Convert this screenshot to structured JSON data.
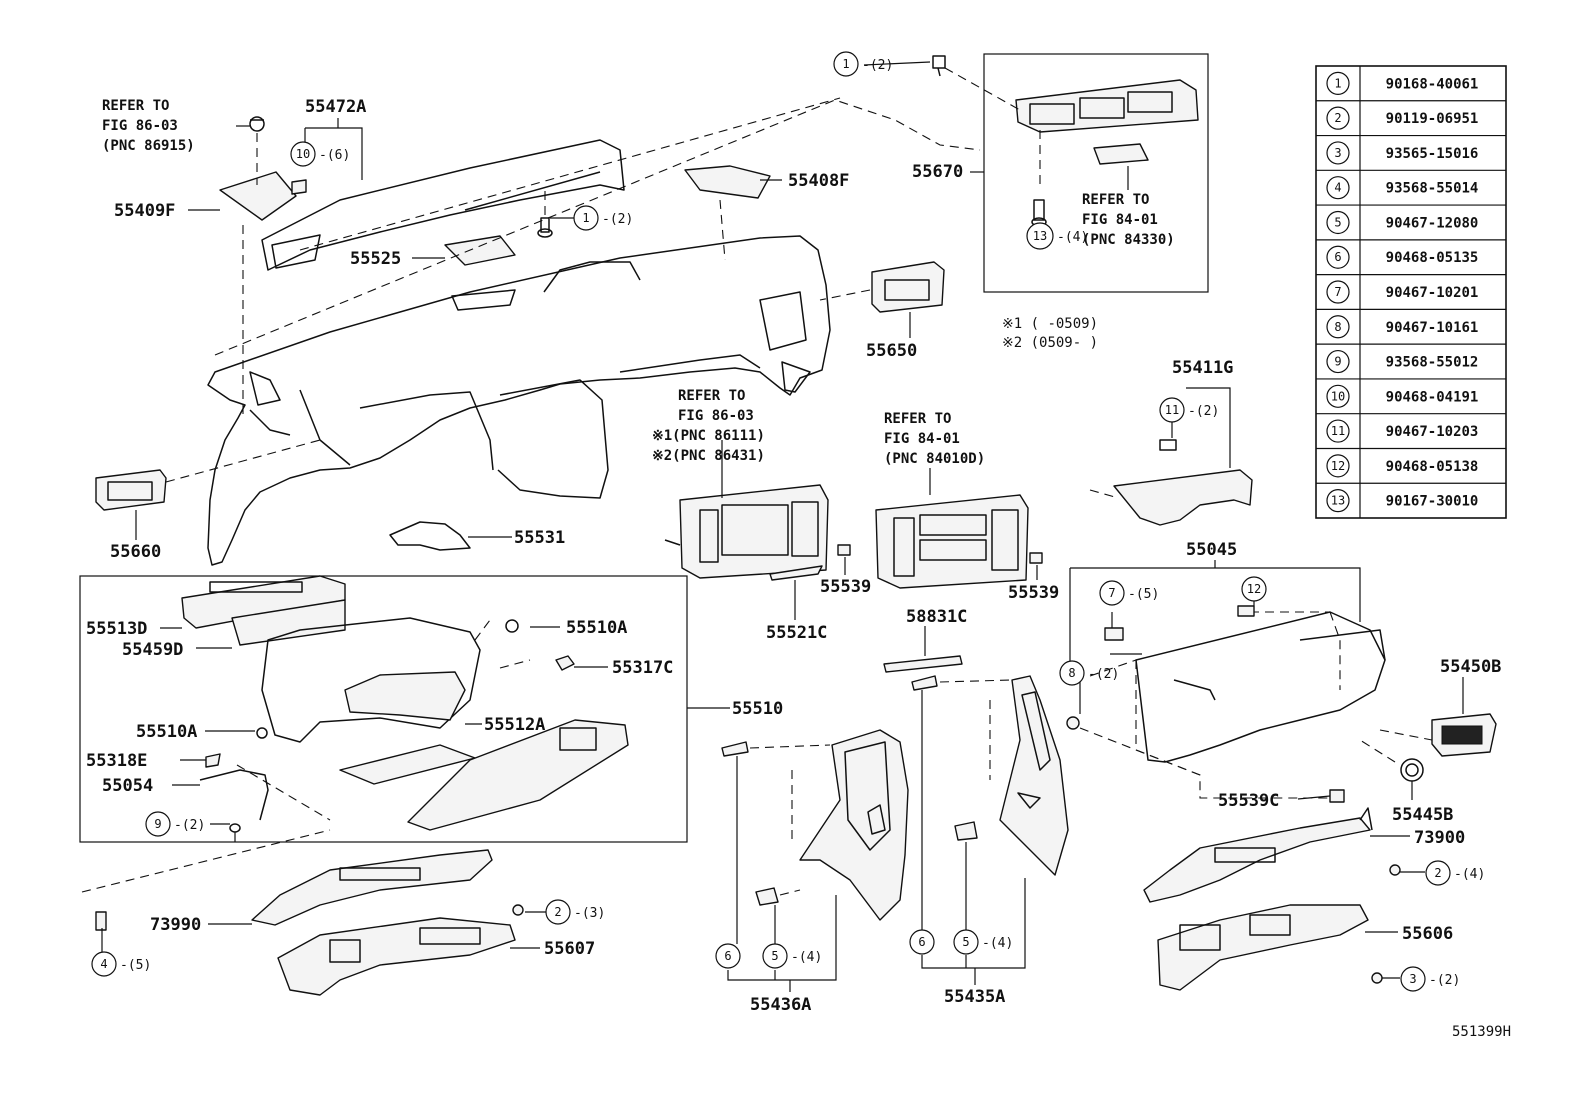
{
  "parts": {
    "p55472A": "55472A",
    "p55409F": "55409F",
    "p55525": "55525",
    "p55408F": "55408F",
    "p55670": "55670",
    "p55650": "55650",
    "p55660": "55660",
    "p55531": "55531",
    "p55539a": "55539",
    "p55521C": "55521C",
    "p55539b": "55539",
    "p58831C": "58831C",
    "p55411G": "55411G",
    "p55045": "55045",
    "p55450B": "55450B",
    "p55445B": "55445B",
    "p55539C": "55539C",
    "p73900": "73900",
    "p55606": "55606",
    "p55513D": "55513D",
    "p55459D": "55459D",
    "p55510A_a": "55510A",
    "p55317C": "55317C",
    "p55510": "55510",
    "p55510A_b": "55510A",
    "p55512A": "55512A",
    "p55318E": "55318E",
    "p55054": "55054",
    "p73990": "73990",
    "p55607": "55607",
    "p55436A": "55436A",
    "p55435A": "55435A"
  },
  "refs": {
    "r1": [
      "REFER TO",
      "FIG 86-03",
      "(PNC 86915)"
    ],
    "r2": [
      "REFER TO",
      "FIG 84-01",
      "(PNC 84330)"
    ],
    "r3": [
      "REFER TO",
      "FIG 86-03",
      "※1(PNC 86111)",
      "※2(PNC 86431)"
    ],
    "r4": [
      "REFER TO",
      "FIG 84-01",
      "(PNC 84010D)"
    ]
  },
  "notes": [
    "※1 (      -0509)",
    "※2 (0509-       )"
  ],
  "callouts": [
    {
      "num": "10",
      "qty": "-(6)"
    },
    {
      "num": "1",
      "qty": "-(2)"
    },
    {
      "num": "1",
      "qty": "-(2)"
    },
    {
      "num": "13",
      "qty": "-(4)"
    },
    {
      "num": "11",
      "qty": "-(2)"
    },
    {
      "num": "7",
      "qty": "-(5)"
    },
    {
      "num": "12",
      "qty": ""
    },
    {
      "num": "8",
      "qty": "-(2)"
    },
    {
      "num": "9",
      "qty": "-(2)"
    },
    {
      "num": "2",
      "qty": "-(3)"
    },
    {
      "num": "4",
      "qty": "-(5)"
    },
    {
      "num": "6",
      "qty": ""
    },
    {
      "num": "5",
      "qty": "-(4)"
    },
    {
      "num": "6",
      "qty": ""
    },
    {
      "num": "5",
      "qty": "-(4)"
    },
    {
      "num": "2",
      "qty": "-(4)"
    },
    {
      "num": "3",
      "qty": "-(2)"
    }
  ],
  "table": [
    {
      "num": "1",
      "part": "90168-40061"
    },
    {
      "num": "2",
      "part": "90119-06951"
    },
    {
      "num": "3",
      "part": "93565-15016"
    },
    {
      "num": "4",
      "part": "93568-55014"
    },
    {
      "num": "5",
      "part": "90467-12080"
    },
    {
      "num": "6",
      "part": "90468-05135"
    },
    {
      "num": "7",
      "part": "90467-10201"
    },
    {
      "num": "8",
      "part": "90467-10161"
    },
    {
      "num": "9",
      "part": "93568-55012"
    },
    {
      "num": "10",
      "part": "90468-04191"
    },
    {
      "num": "11",
      "part": "90467-10203"
    },
    {
      "num": "12",
      "part": "90468-05138"
    },
    {
      "num": "13",
      "part": "90167-30010"
    }
  ],
  "figure_id": "551399H"
}
